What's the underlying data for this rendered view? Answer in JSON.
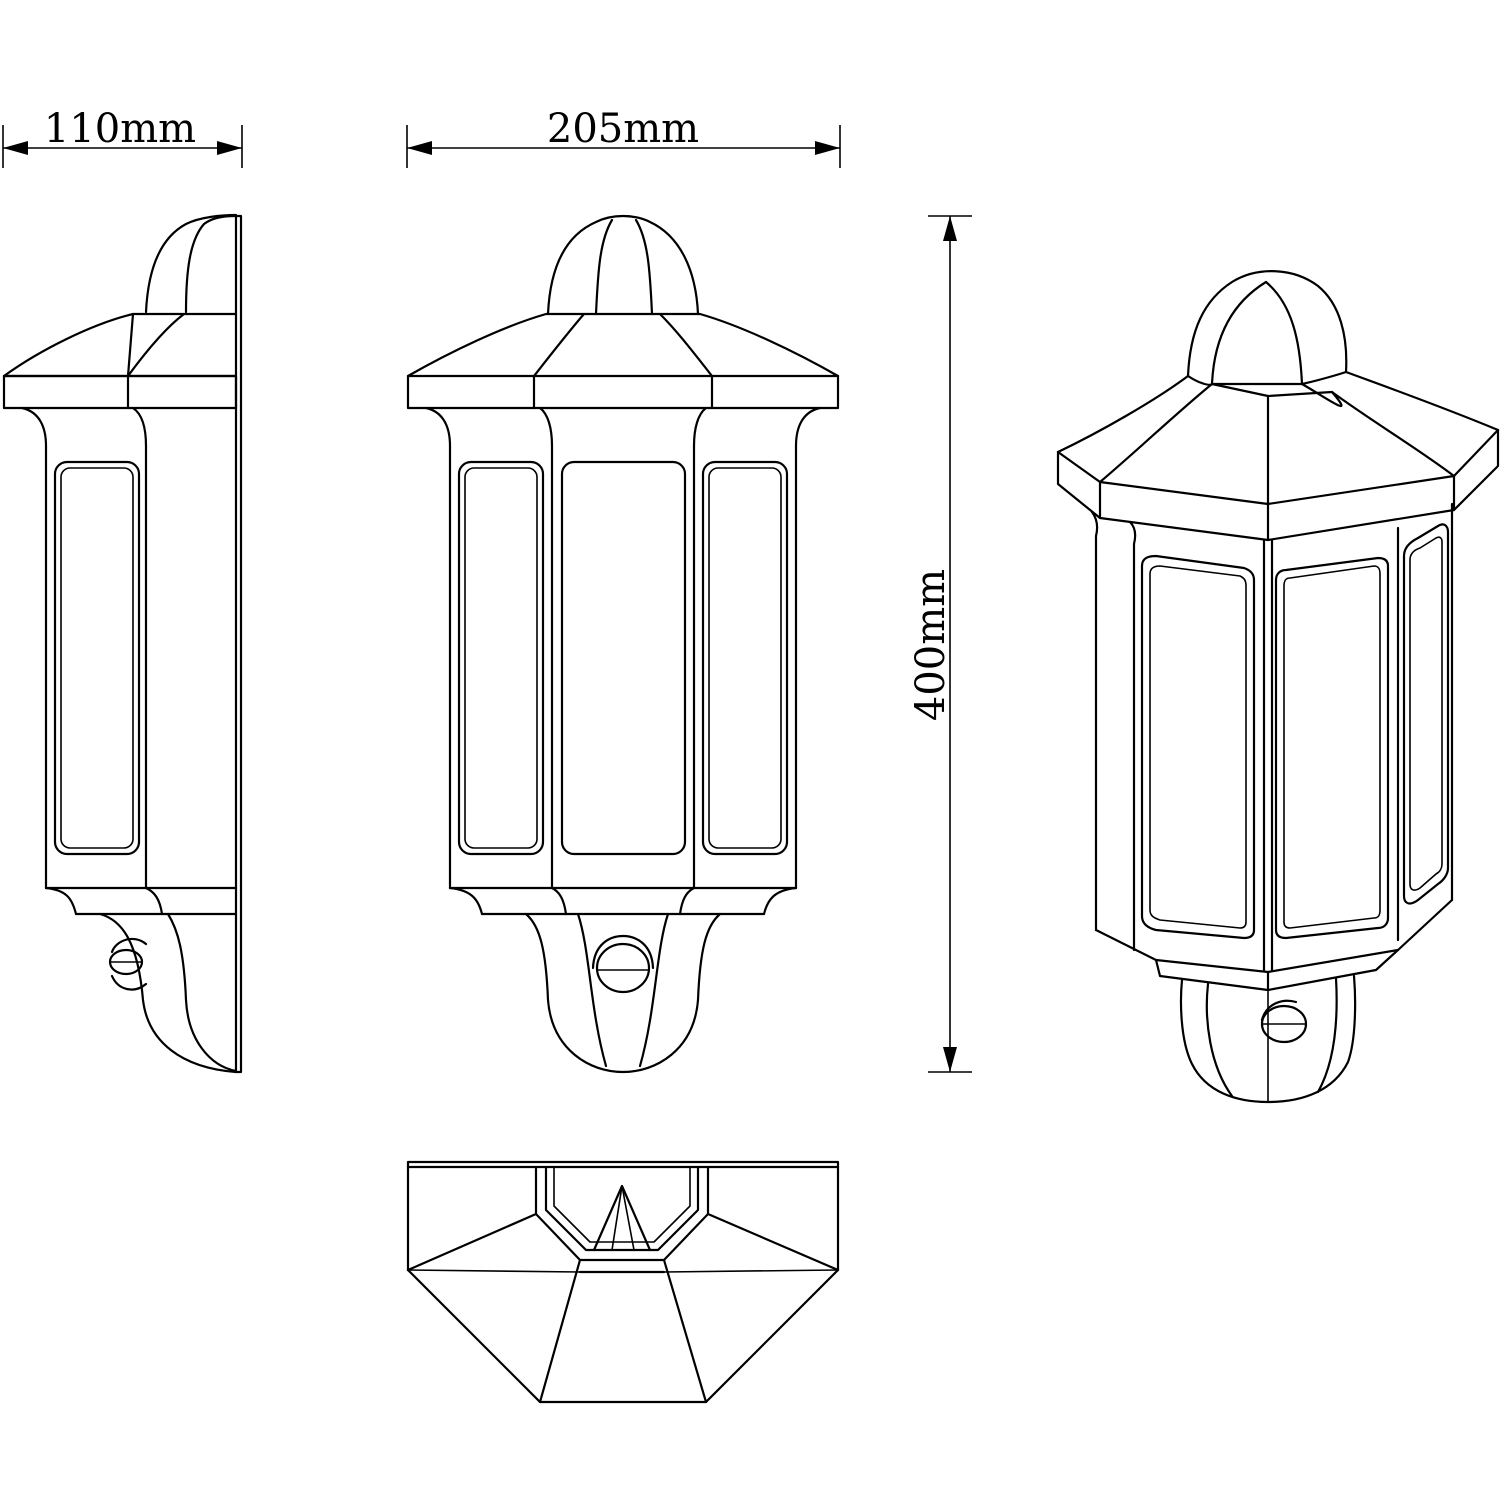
{
  "dimensions": {
    "depth_label": "110mm",
    "width_label": "205mm",
    "height_label": "400mm"
  },
  "colors": {
    "line": "#000000",
    "background": "#ffffff"
  }
}
